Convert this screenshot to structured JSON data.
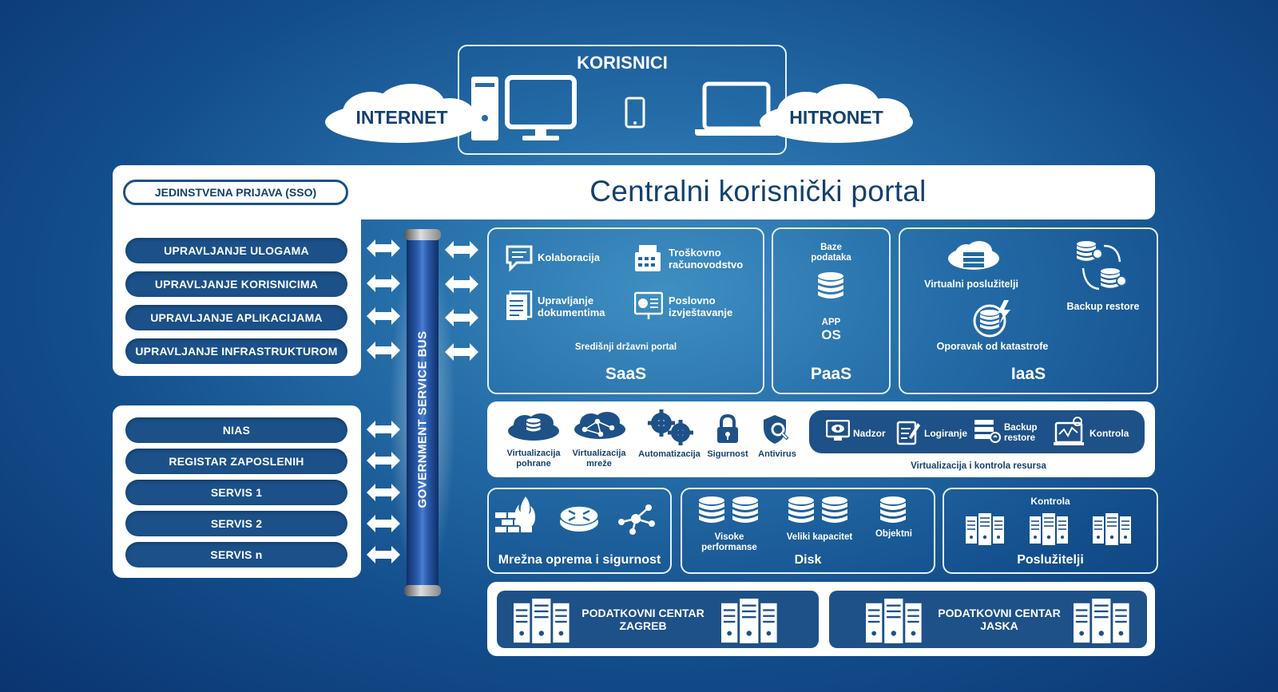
{
  "users": {
    "title": "KORISNICI"
  },
  "clouds": {
    "left": "INTERNET",
    "right": "HITRONET"
  },
  "portal": {
    "title": "Centralni korisnički portal",
    "sso": "JEDINSTVENA PRIJAVA (SSO)"
  },
  "management": [
    "UPRAVLJANJE ULOGAMA",
    "UPRAVLJANJE KORISNICIMA",
    "UPRAVLJANJE APLIKACIJAMA",
    "UPRAVLJANJE INFRASTRUKTUROM"
  ],
  "services": [
    "NIAS",
    "REGISTAR ZAPOSLENIH",
    "SERVIS 1",
    "SERVIS 2",
    "SERVIS n"
  ],
  "bus": {
    "label": "GOVERNMENT SERVICE BUS"
  },
  "saas": {
    "items": [
      "Kolaboracija",
      "Troškovno\nračunovodstvo",
      "Upravljanje\ndokumentima",
      "Poslovno\nizvještavanje"
    ],
    "portal": "Središnji državni portal",
    "title": "SaaS"
  },
  "paas": {
    "db": "Baze\npodataka",
    "app": "APP",
    "os": "OS",
    "title": "PaaS"
  },
  "iaas": {
    "virtual": "Virtualni poslužitelji",
    "backup": "Backup restore",
    "recovery": "Oporavak od katastrofe",
    "title": "IaaS"
  },
  "virt": {
    "items": [
      "Virtualizacija\npohrane",
      "Virtualizacija\nmreže",
      "Automatizacija",
      "Sigurnost",
      "Antivirus"
    ],
    "control": [
      "Nadzor",
      "Logiranje",
      "Backup\nrestore",
      "Kontrola"
    ],
    "control_title": "Virtualizacija i kontrola resursa"
  },
  "network": {
    "title": "Mrežna oprema i sigurnost"
  },
  "disk": {
    "items": [
      "Visoke\nperformanse",
      "Veliki kapacitet",
      "Objektni"
    ],
    "title": "Disk"
  },
  "servers": {
    "control": "Kontrola",
    "title": "Poslužitelji"
  },
  "datacenters": [
    "PODATKOVNI CENTAR\nZAGREB",
    "PODATKOVNI CENTAR\nJASKA"
  ]
}
